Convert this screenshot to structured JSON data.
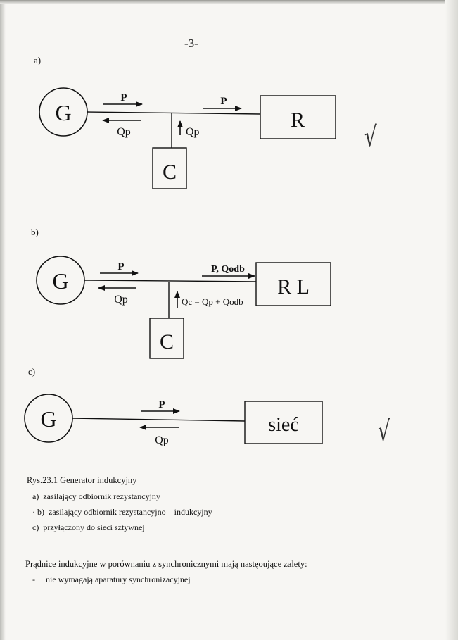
{
  "page_number": "-3-",
  "diagrams": {
    "a": {
      "label": "a)",
      "generator": "G",
      "power_label": "P",
      "reactive_label": "Qp",
      "load_power_label": "P",
      "capacitor_reactive_label": "Qp",
      "capacitor": "C",
      "load": "R"
    },
    "b": {
      "label": "b)",
      "generator": "G",
      "power_label": "P",
      "reactive_label": "Qp",
      "load_power_label": "P, Qodb",
      "capacitor_reactive_label": "Qc = Qp + Qodb",
      "capacitor": "C",
      "load": "R L"
    },
    "c": {
      "label": "c)",
      "generator": "G",
      "power_label": "P",
      "reactive_label": "Qp",
      "load": "sieć"
    }
  },
  "caption": {
    "title": "Rys.23.1 Generator indukcyjny",
    "items": [
      {
        "marker": "a)",
        "text": "zasilający odbiornik rezystancyjny"
      },
      {
        "marker": "b)",
        "text": "zasilający odbiornik rezystancyjno – indukcyjny"
      },
      {
        "marker": "c)",
        "text": "przyłączony do sieci sztywnej"
      }
    ]
  },
  "paragraph": "Prądnice indukcyjne w porównaniu z synchronicznymi mają nastęoujące zalety:",
  "list_items": [
    {
      "bullet": "-",
      "text": "nie wymagają aparatury synchronizacyjnej"
    }
  ],
  "check_marks": [
    "√",
    "√"
  ]
}
